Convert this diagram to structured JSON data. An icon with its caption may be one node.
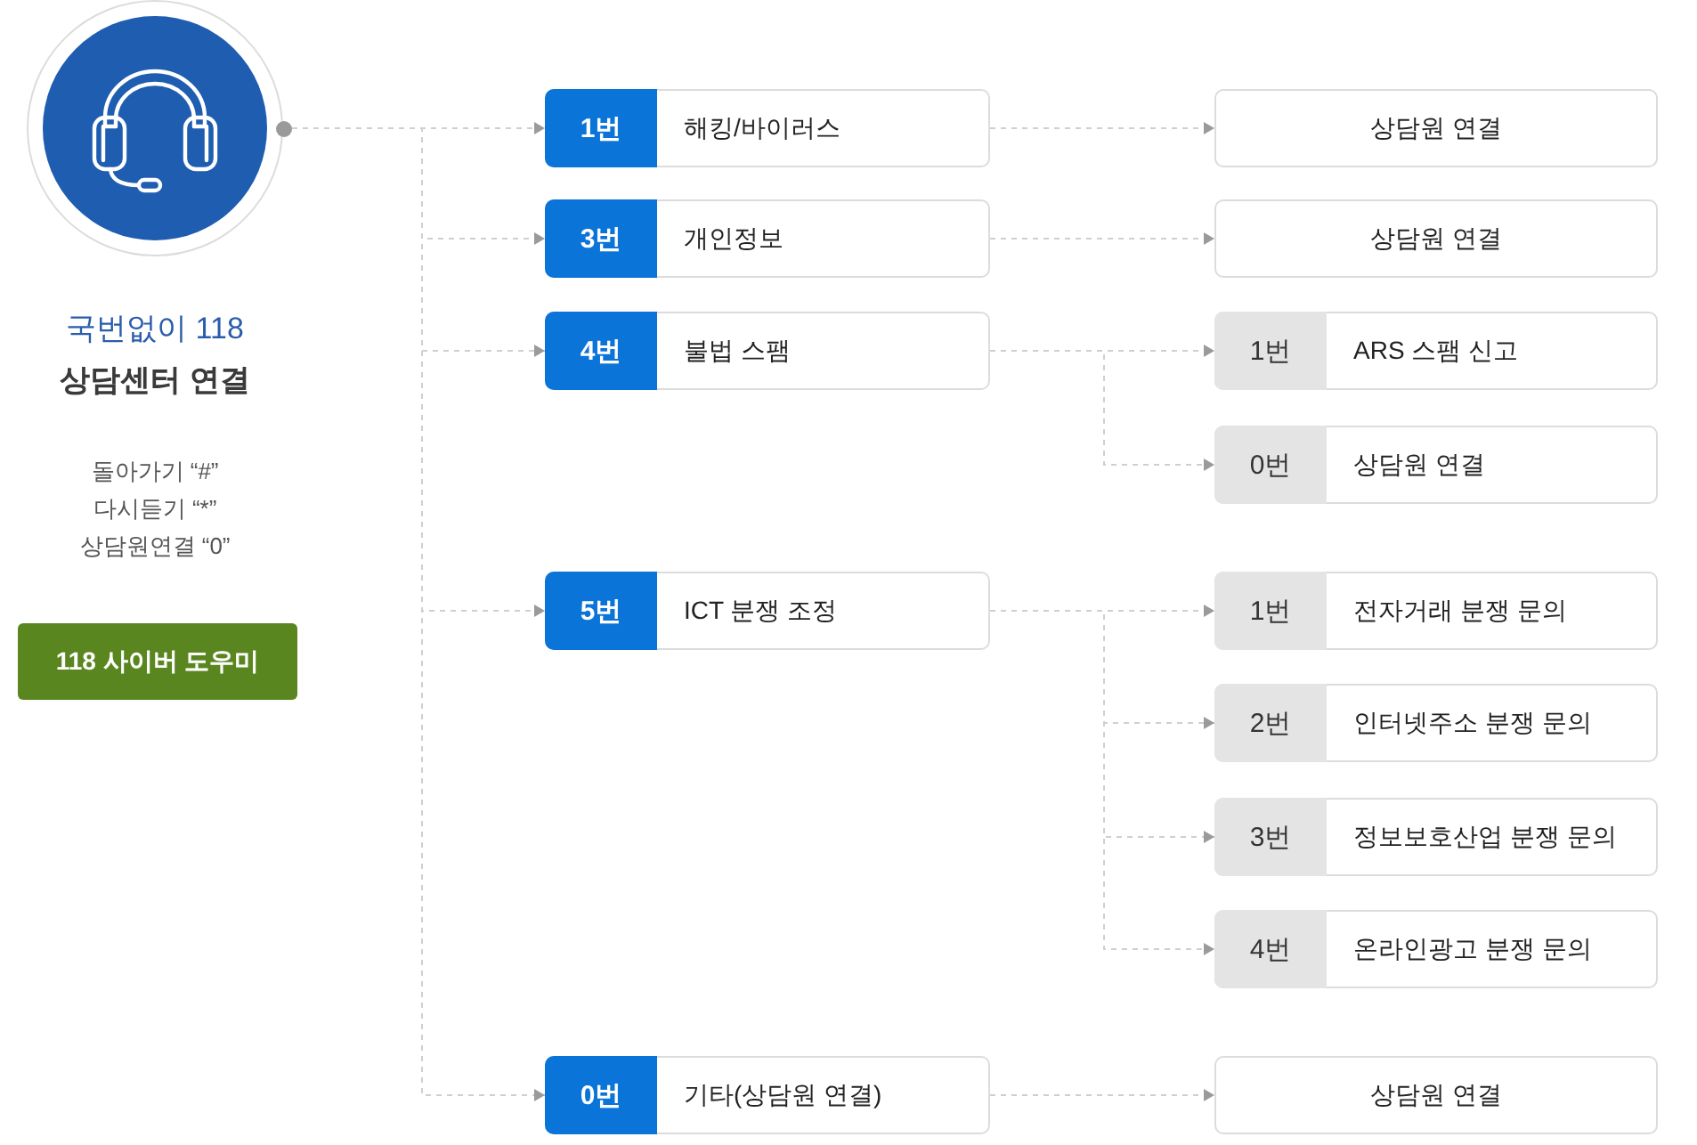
{
  "diagram": {
    "nodes": [
      {
        "text": [],
        "shape": "picture"
      },
      {
        "text": [
          "118 사이버 도우미"
        ]
      },
      {
        "text": [
          "1번",
          "해킹/바이러스"
        ]
      },
      {
        "text": [
          "3번",
          "개인정보"
        ]
      },
      {
        "text": [
          "4번",
          "불법 스팸"
        ]
      },
      {
        "text": [
          "5번",
          "ICT 분쟁 조정"
        ]
      },
      {
        "text": [
          "0번",
          "기타(상담원 연결)"
        ]
      },
      {
        "text": [
          "상담원 연결"
        ]
      },
      {
        "text": [
          "상담원 연결"
        ]
      },
      {
        "text": [
          "1번",
          "ARS 스팸 신고"
        ]
      },
      {
        "text": [
          "0번",
          "상담원 연결"
        ]
      },
      {
        "text": [
          "1번",
          "전자거래 분쟁 문의"
        ]
      },
      {
        "text": [
          "2번",
          "인터넷주소 분쟁 문의"
        ]
      },
      {
        "text": [
          "3번",
          "정보보호산업 분쟁 문의"
        ]
      },
      {
        "text": [
          "4번",
          "온라인광고 분쟁 문의"
        ]
      },
      {
        "text": [
          "상담원 연결"
        ]
      }
    ],
    "edges": [
      {
        "from": 0,
        "to": 2,
        "arrow": "to",
        "style": "dashed"
      },
      {
        "from": 0,
        "to": 3,
        "arrow": "to",
        "style": "dashed"
      },
      {
        "from": 0,
        "to": 4,
        "arrow": "to",
        "style": "dashed"
      },
      {
        "from": 0,
        "to": 5,
        "arrow": "to",
        "style": "dashed"
      },
      {
        "from": 0,
        "to": 6,
        "arrow": "to",
        "style": "dashed"
      },
      {
        "from": 2,
        "to": 7,
        "arrow": "to",
        "style": "dashed"
      },
      {
        "from": 3,
        "to": 8,
        "arrow": "to",
        "style": "dashed"
      },
      {
        "from": 4,
        "to": 9,
        "arrow": "to",
        "style": "dashed"
      },
      {
        "from": 4,
        "to": 10,
        "arrow": "to",
        "style": "dashed"
      },
      {
        "from": 5,
        "to": 11,
        "arrow": "to",
        "style": "dashed"
      },
      {
        "from": 5,
        "to": 12,
        "arrow": "to",
        "style": "dashed"
      },
      {
        "from": 5,
        "to": 13,
        "arrow": "to",
        "style": "dashed"
      },
      {
        "from": 5,
        "to": 14,
        "arrow": "to",
        "style": "dashed"
      },
      {
        "from": 6,
        "to": 15,
        "arrow": "to",
        "style": "dashed"
      }
    ],
    "labels": [
      "국번없이 118",
      "상담센터 연결",
      "돌아가기 “#”",
      "다시듣기 “*”",
      "상담원연결 “0”"
    ]
  }
}
